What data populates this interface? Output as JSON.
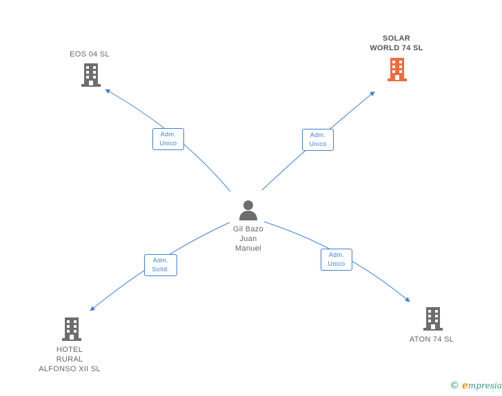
{
  "center": {
    "lines": [
      "Gil Bazo",
      "Juan",
      "Manuel"
    ]
  },
  "nodes": {
    "eos": {
      "lines": [
        "EOS 04 SL"
      ],
      "icon": "building-icon",
      "color": "#6d6d6d"
    },
    "solar": {
      "lines": [
        "SOLAR",
        "WORLD 74 SL"
      ],
      "icon": "building-icon",
      "color": "#f26a3d"
    },
    "hotel": {
      "lines": [
        "HOTEL",
        "RURAL",
        "ALFONSO XII SL"
      ],
      "icon": "building-icon",
      "color": "#6d6d6d"
    },
    "aton": {
      "lines": [
        "ATON 74 SL"
      ],
      "icon": "building-icon",
      "color": "#6d6d6d"
    }
  },
  "edges": {
    "eos": {
      "lines": [
        "Adm.",
        "Unico"
      ]
    },
    "solar": {
      "lines": [
        "Adm.",
        "Unico"
      ]
    },
    "hotel": {
      "lines": [
        "Adm.",
        "Solid."
      ]
    },
    "aton": {
      "lines": [
        "Adm.",
        "Unico"
      ]
    }
  },
  "colors": {
    "edge": "#3b7fd4",
    "person": "#6d6d6d"
  },
  "brand": {
    "symbol": "©",
    "initial": "e",
    "rest": "mpresia"
  }
}
